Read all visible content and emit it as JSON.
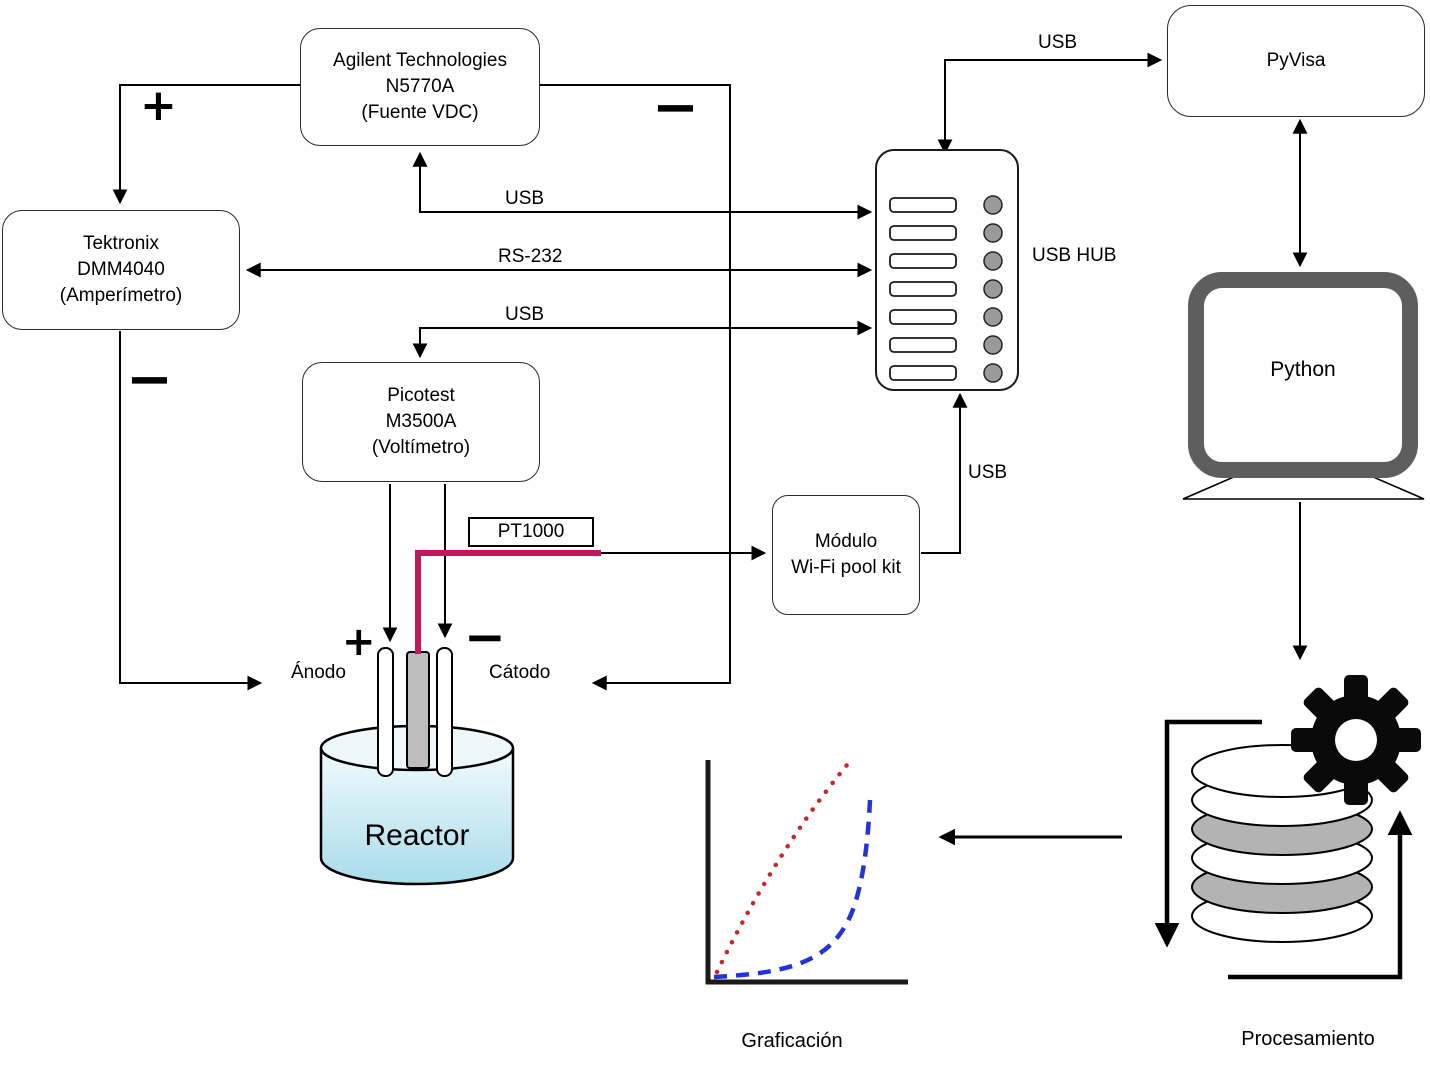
{
  "boxes": {
    "agilent": {
      "lines": [
        "Agilent Technologies",
        "N5770A",
        "(Fuente VDC)"
      ]
    },
    "tektronix": {
      "lines": [
        "Tektronix",
        "DMM4040",
        "(Amperímetro)"
      ]
    },
    "picotest": {
      "lines": [
        "Picotest",
        "M3500A",
        "(Voltímetro)"
      ]
    },
    "pyvisa": {
      "label": "PyVisa"
    },
    "python": {
      "label": "Python"
    },
    "modulo": {
      "lines": [
        "Módulo",
        "Wi-Fi pool kit"
      ]
    },
    "usb_hub": {
      "label": "USB HUB"
    },
    "reactor": {
      "label": "Reactor"
    },
    "pt1000": {
      "label": "PT1000"
    }
  },
  "edge_labels": {
    "usb": "USB",
    "rs232": "RS-232"
  },
  "electrode_labels": {
    "anodo": "Ánodo",
    "catodo": "Cátodo"
  },
  "symbols": {
    "plus": "+",
    "minus": "−"
  },
  "captions": {
    "graficacion": "Graficación",
    "procesamiento": "Procesamiento"
  },
  "colors": {
    "wire": "#000000",
    "sensor_wire": "#c2185b",
    "curve_dotted_red": "#c62828",
    "curve_dashed_blue": "#2433d8",
    "reactor_fill": "#bfe6f0",
    "monitor_frame": "#5e5e5e",
    "disk_gray": "#b3b3b3",
    "hub_dot_gray": "#9a9a9a"
  }
}
